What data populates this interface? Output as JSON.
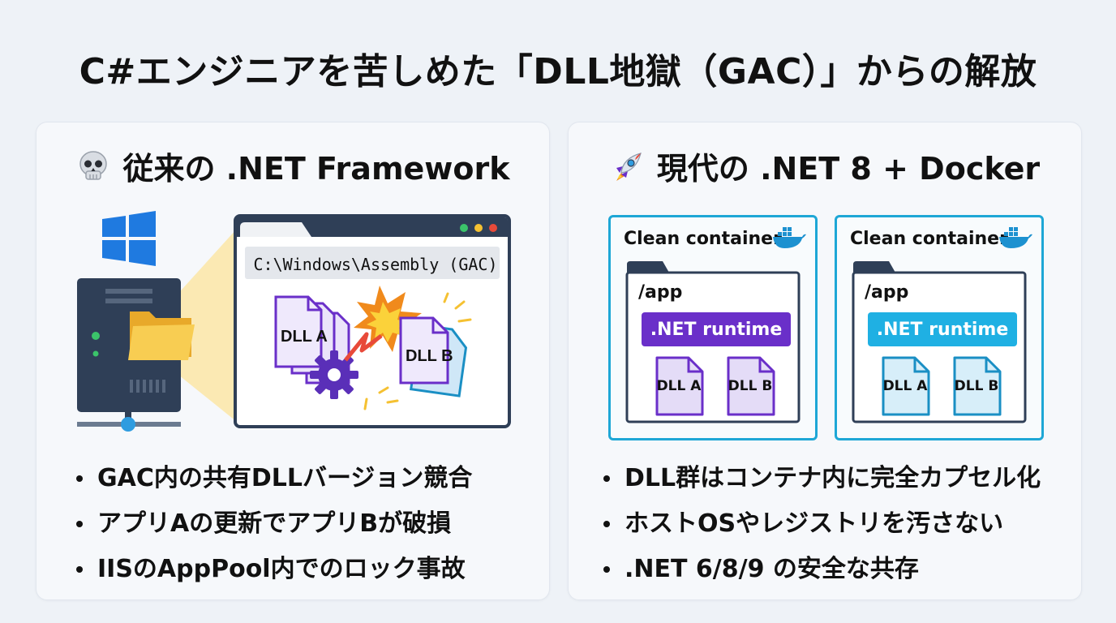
{
  "title": "C#エンジニアを苦しめた「DLL地獄（GAC）」からの解放",
  "left_panel": {
    "heading": "従来の .NET Framework",
    "icon": "skull-icon",
    "path": "C:\\Windows\\Assembly (GAC)",
    "dll_a": "DLL A",
    "dll_b": "DLL B",
    "bullets": [
      "GAC内の共有DLLバージョン競合",
      "アプリAの更新でアプリBが破損",
      "IISのAppPool内でのロック事故"
    ]
  },
  "right_panel": {
    "heading": "現代の .NET 8 + Docker",
    "icon": "rocket-icon",
    "containers": [
      {
        "label": "Clean container",
        "folder": "/app",
        "runtime": ".NET runtime",
        "dll_a": "DLL A",
        "dll_b": "DLL B",
        "accent": "#6a2fc9",
        "doc_fill": "#e4dcf7",
        "doc_stroke": "#6a2fc9"
      },
      {
        "label": "Clean container",
        "folder": "/app",
        "runtime": ".NET runtime",
        "dll_a": "DLL A",
        "dll_b": "DLL B",
        "accent": "#1fb0e3",
        "doc_fill": "#d7eef9",
        "doc_stroke": "#1a8fc4"
      }
    ],
    "bullets": [
      "DLL群はコンテナ内に完全カプセル化",
      "ホストOSやレジストリを汚さない",
      ".NET 6/8/9 の安全な共存"
    ]
  }
}
